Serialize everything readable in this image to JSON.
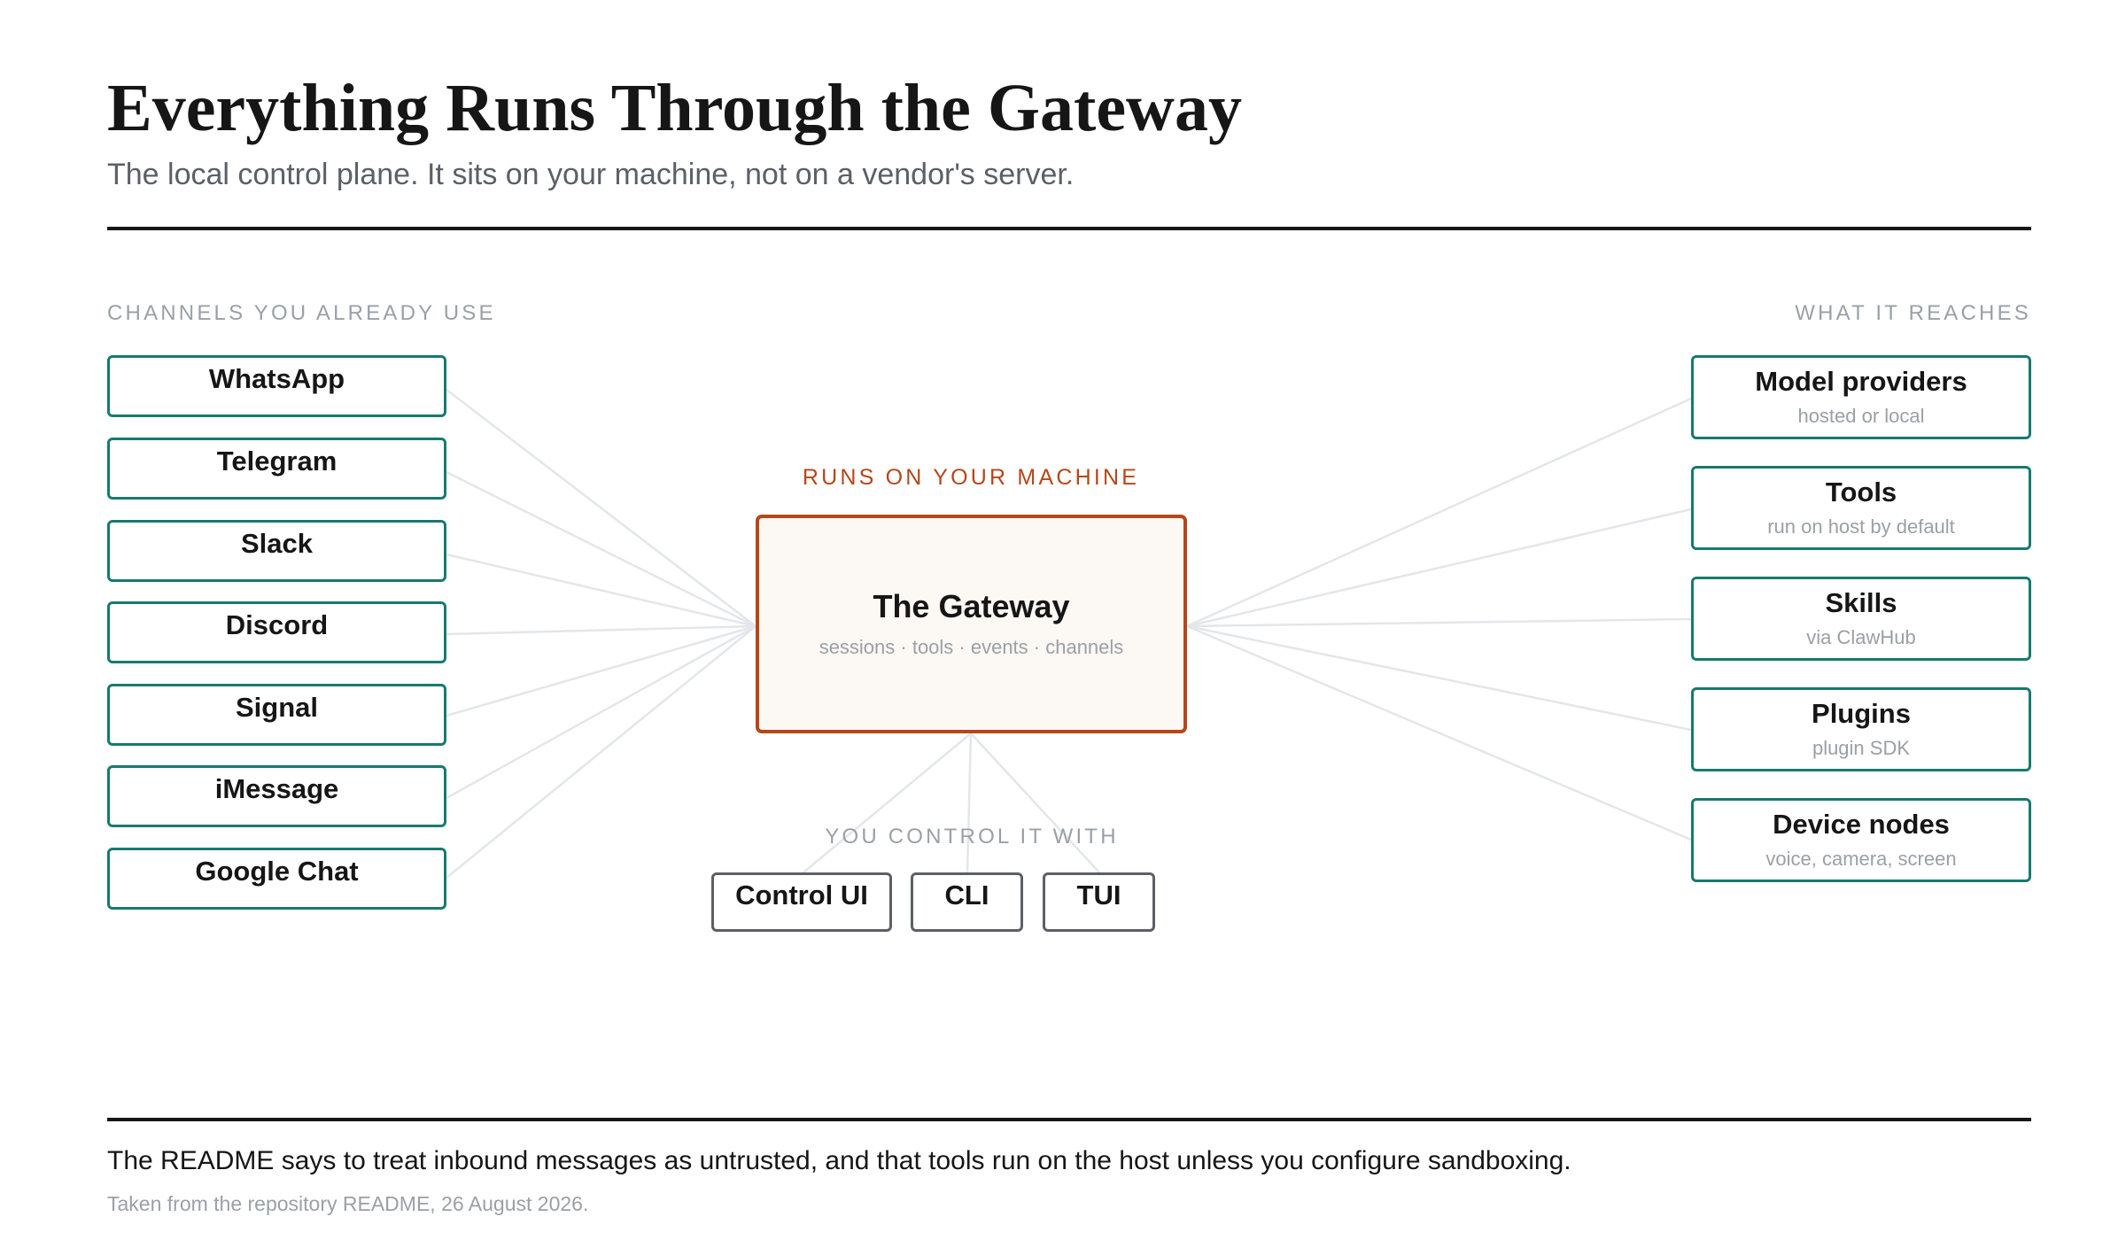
{
  "header": {
    "title": "Everything Runs Through the Gateway",
    "subtitle": "The local control plane. It sits on your machine, not on a vendor's server."
  },
  "left_section": {
    "label": "CHANNELS YOU ALREADY USE",
    "channels": [
      "WhatsApp",
      "Telegram",
      "Slack",
      "Discord",
      "Signal",
      "iMessage",
      "Google Chat"
    ]
  },
  "right_section": {
    "label": "WHAT IT REACHES",
    "targets": [
      {
        "name": "Model providers",
        "note": "hosted or local"
      },
      {
        "name": "Tools",
        "note": "run on host by default"
      },
      {
        "name": "Skills",
        "note": "via ClawHub"
      },
      {
        "name": "Plugins",
        "note": "plugin SDK"
      },
      {
        "name": "Device nodes",
        "note": "voice, camera, screen"
      }
    ]
  },
  "gateway": {
    "label": "RUNS ON YOUR MACHINE",
    "name": "The Gateway",
    "note": "sessions · tools · events · channels"
  },
  "control": {
    "label": "YOU CONTROL IT WITH",
    "items": [
      "Control UI",
      "CLI",
      "TUI"
    ]
  },
  "footer": {
    "text": "The README says to treat inbound messages as untrusted, and that tools run on the host unless you configure sandboxing.",
    "source": "Taken from the repository README, 26 August 2026."
  },
  "colors": {
    "channel_border": "#177a6f",
    "gateway_border": "#b5471b",
    "gateway_fill": "#fcf8f3",
    "control_border": "#5c6066",
    "connector": "#e3e6ea"
  }
}
